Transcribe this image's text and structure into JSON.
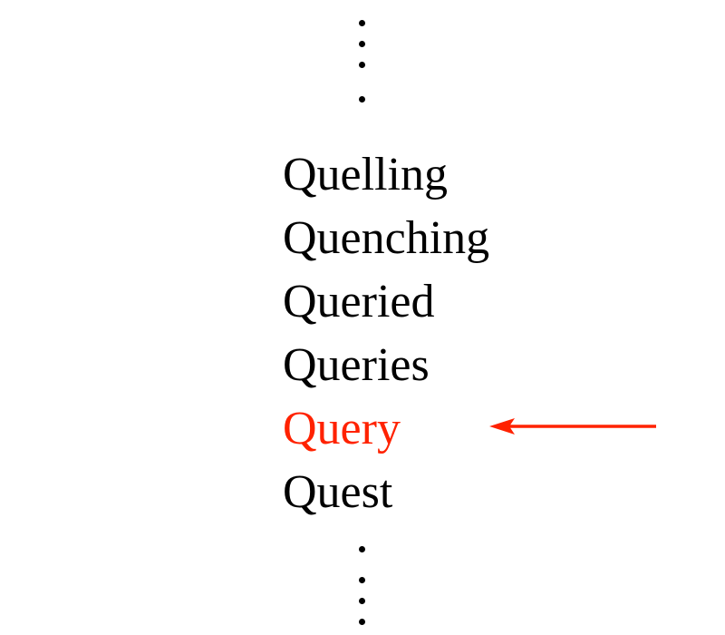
{
  "words": [
    "Quelling",
    "Quenching",
    "Queried",
    "Queries",
    "Query",
    "Quest"
  ],
  "highlighted_word": "Query",
  "highlight_color": "#ff2200",
  "text_color": "#000000",
  "icons": {
    "top_ellipsis": "vertical-ellipsis",
    "bottom_ellipsis": "vertical-ellipsis",
    "pointer": "left-arrow"
  }
}
